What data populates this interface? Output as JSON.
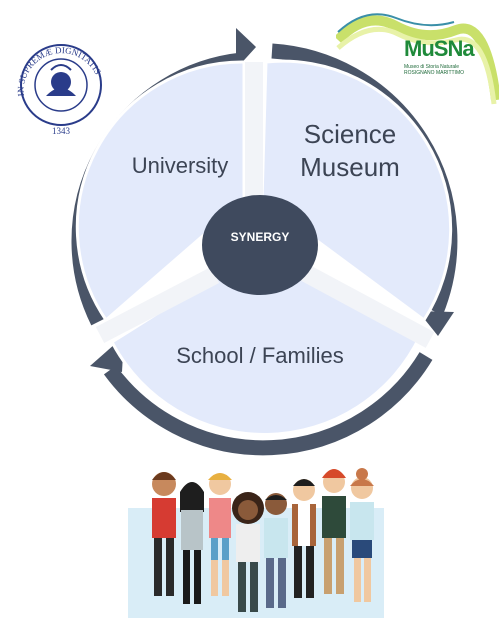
{
  "cycle": {
    "segments": [
      {
        "label": "University"
      },
      {
        "label": "Science\nMuseum"
      },
      {
        "label": "School / Families"
      }
    ],
    "center_label": "SYNERGY"
  },
  "logos": {
    "unipi": {
      "motto": "IN SUPREMÆ DIGNITATIS",
      "year": "1343"
    },
    "musna": {
      "name": "MuSNa",
      "subtitle": "Museo di Storia Naturale",
      "location": "ROSIGNANO MARITTIMO"
    }
  },
  "colors": {
    "arrow": "#4a5568",
    "segment_fill": "#e3eafb",
    "hub": "#3f4a5e",
    "musna_green": "#1f8a3a",
    "musna_wave": "#c9e06a"
  },
  "illustration": {
    "subject": "group-of-diverse-people",
    "count": 8
  }
}
